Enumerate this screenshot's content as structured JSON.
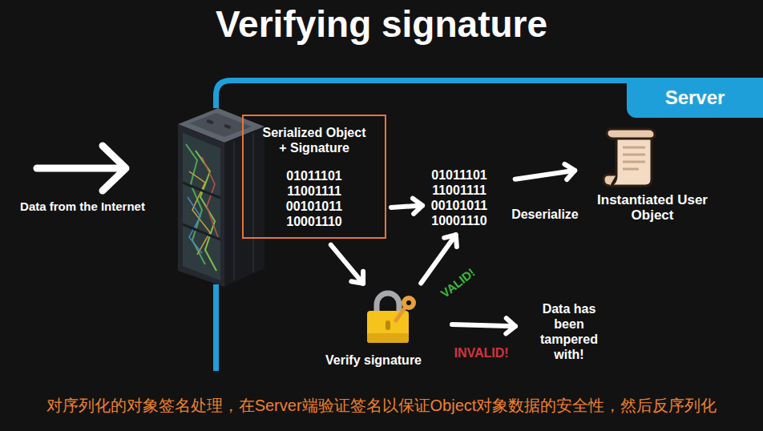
{
  "diagram": {
    "title": "Verifying signature",
    "caption": "对序列化的对象签名处理，在Server端验证签名以保证Object对象数据的安全性，然后反序列化",
    "nodes": [
      {
        "text": [
          "Server"
        ]
      },
      {
        "text": [
          "Serialized Object + Signature",
          "01011101 11001111 00101011 10001110"
        ],
        "in": 0
      },
      {
        "text": [
          "01011101 11001111 00101011 10001110"
        ],
        "in": 0
      },
      {
        "text": [
          "Instantiated User Object"
        ],
        "in": 0
      },
      {
        "text": [
          "Verify signature"
        ],
        "in": 0
      },
      {
        "text": [
          "Data has been tampered with!"
        ],
        "in": 0
      }
    ],
    "edges": [
      {
        "from": 1,
        "to": 2,
        "arrow": "to"
      },
      {
        "from": 1,
        "to": 4,
        "arrow": "to"
      },
      {
        "from": 4,
        "to": 2,
        "label": "VALID!",
        "arrow": "to"
      },
      {
        "from": 2,
        "to": 3,
        "label": "Deserialize",
        "arrow": "to"
      },
      {
        "from": 4,
        "to": 5,
        "label": "INVALID!",
        "arrow": "to"
      }
    ],
    "labels": [
      "Data from the Internet"
    ]
  }
}
